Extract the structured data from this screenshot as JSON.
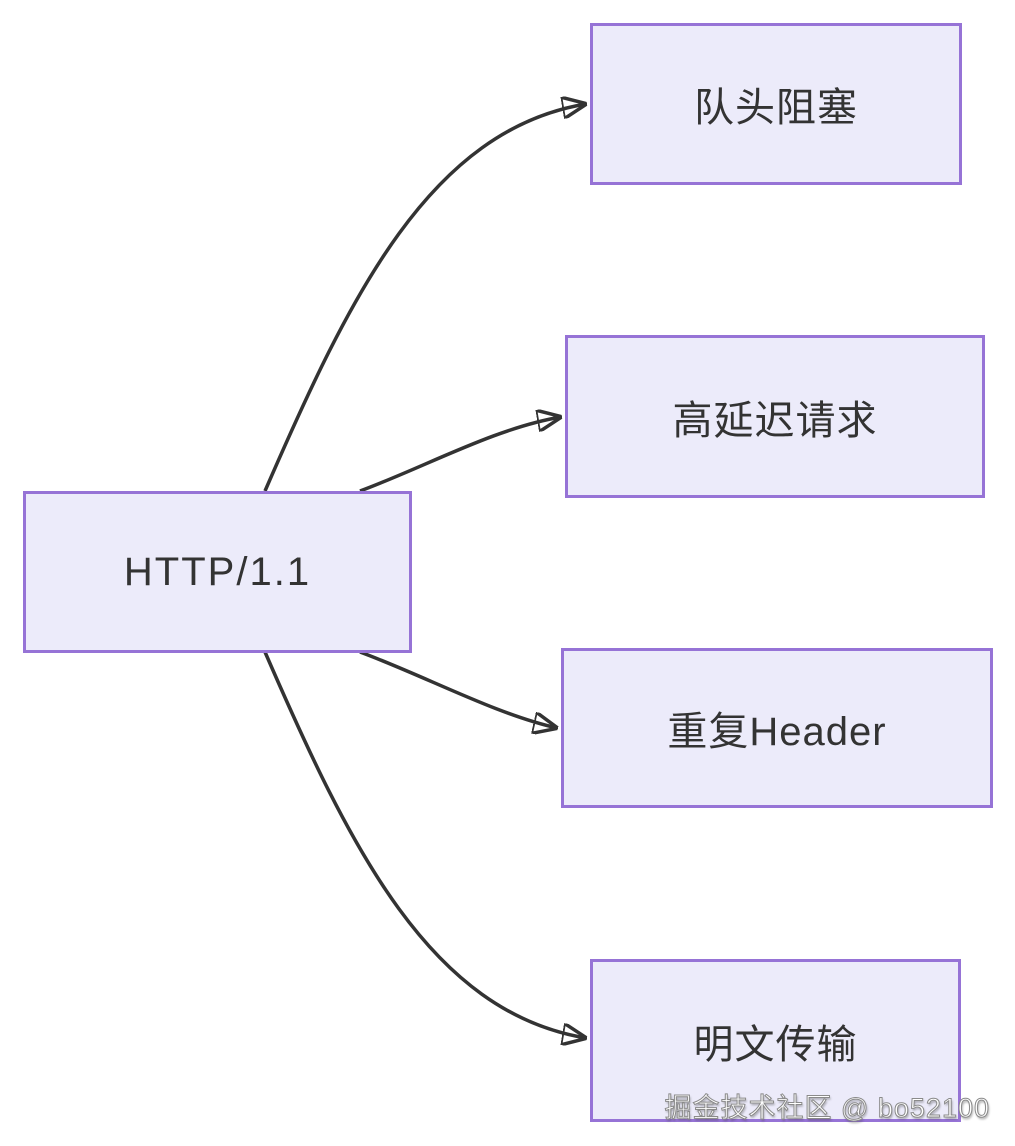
{
  "diagram": {
    "type": "mindmap",
    "root": {
      "label": "HTTP/1.1"
    },
    "children": [
      {
        "id": "n1",
        "label": "队头阻塞"
      },
      {
        "id": "n2",
        "label": "高延迟请求"
      },
      {
        "id": "n3",
        "label": "重复Header"
      },
      {
        "id": "n4",
        "label": "明文传输"
      }
    ],
    "edges": [
      {
        "from": "root",
        "to": "n1"
      },
      {
        "from": "root",
        "to": "n2"
      },
      {
        "from": "root",
        "to": "n3"
      },
      {
        "from": "root",
        "to": "n4"
      }
    ],
    "colors": {
      "node_fill": "#ECEBFA",
      "node_border": "#9673D6",
      "edge": "#333333",
      "text": "#333333",
      "background": "#ffffff"
    }
  },
  "watermark": {
    "text": "掘金技术社区 @ bo52100"
  }
}
